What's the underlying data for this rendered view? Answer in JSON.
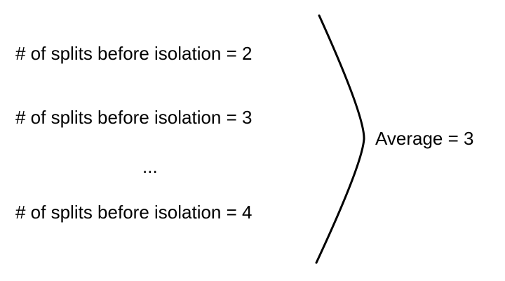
{
  "lines": [
    {
      "text": "# of splits before isolation = 2"
    },
    {
      "text": "# of splits before isolation = 3"
    },
    {
      "text": "# of splits before isolation = 4"
    }
  ],
  "ellipsis": "...",
  "average": "Average = 3"
}
